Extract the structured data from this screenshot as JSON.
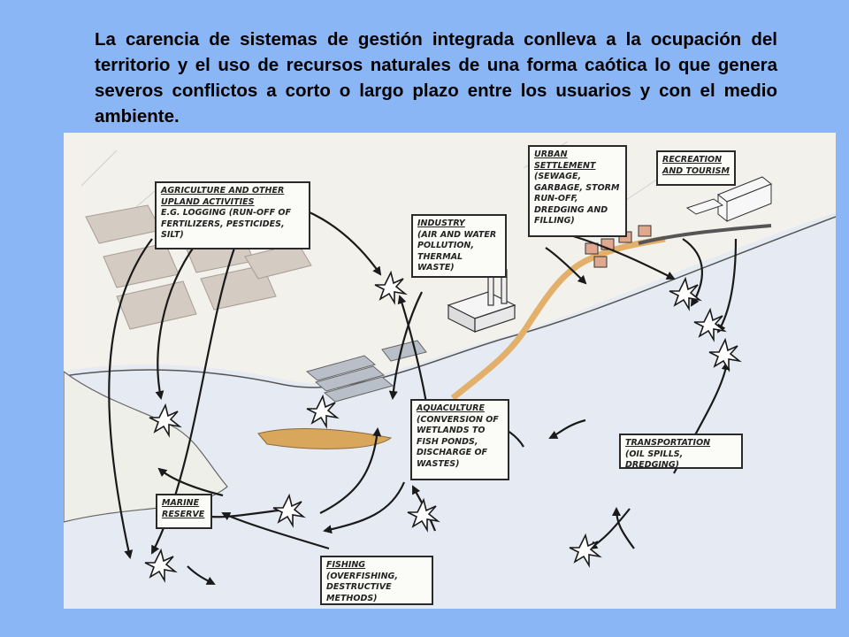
{
  "caption": "La carencia de sistemas de gestión integrada conlleva a la ocupación del territorio y el uso de recursos naturales de una forma caótica lo que genera severos conflictos a corto o largo plazo entre los usuarios y con el medio ambiente.",
  "labels": {
    "agriculture": {
      "title": "Agriculture and other upland activities",
      "body": "e.g. logging (run-off of fertilizers, pesticides, silt)"
    },
    "industry": {
      "title": "Industry",
      "body": "(air and water pollution, thermal waste)"
    },
    "urban": {
      "title": "Urban settlement",
      "body": "(sewage, garbage, storm run-off, dredging and filling)"
    },
    "recreation": {
      "title": "Recreation and tourism",
      "body": ""
    },
    "aquaculture": {
      "title": "Aquaculture",
      "body": "(conversion of wetlands to fish ponds, discharge of wastes)"
    },
    "transportation": {
      "title": "Transportation",
      "body": "(oil spills, dredging)"
    },
    "marine": {
      "title": "Marine reserve",
      "body": ""
    },
    "fishing": {
      "title": "Fishing",
      "body": "(overfishing, destructive methods)"
    }
  },
  "colors": {
    "background": "#8ab6f5",
    "water": "#e6ebf3",
    "land": "#efefe9",
    "fields": "#d4cbc3",
    "river": "#e2b06a",
    "box_border": "#2a2a2a"
  }
}
